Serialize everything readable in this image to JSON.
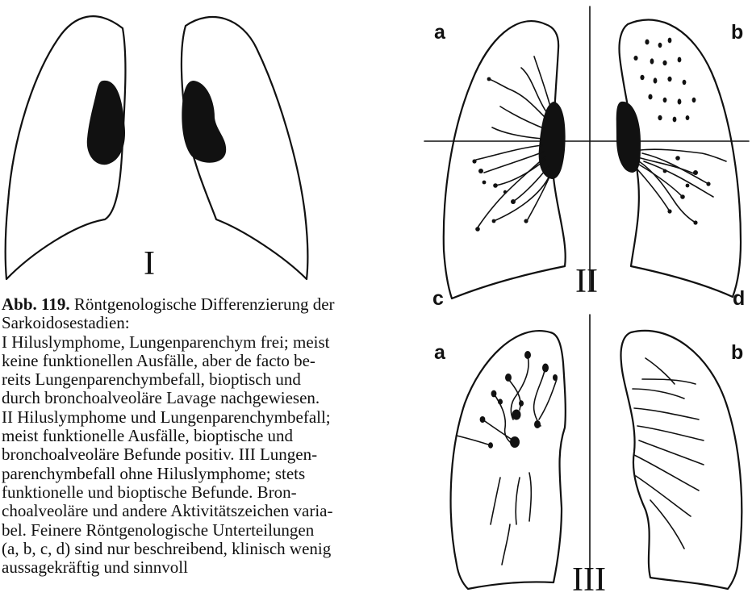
{
  "figure": {
    "stage_labels": {
      "stage_1": "I",
      "stage_2": "II",
      "stage_3": "III"
    },
    "panel_labels": {
      "a": "a",
      "b": "b",
      "c": "c",
      "d": "d"
    }
  },
  "caption": {
    "label": "Abb. 119.",
    "title": "Röntgenologische Differenzierung der Sarkoidosestadien:",
    "lines": [
      "I Hiluslymphome, Lungenparenchym frei; meist",
      "keine funktionellen Ausfälle, aber de facto be-",
      "reits Lungenparenchymbefall, bioptisch und",
      "durch bronchoalveoläre Lavage nachgewiesen.",
      "II Hiluslymphome und Lungenparenchymbefall;",
      "meist funktionelle Ausfälle, bioptische und",
      "bronchoalveoläre Befunde positiv. III Lungen-",
      "parenchymbefall ohne Hiluslymphome; stets",
      "funktionelle und bioptische Befunde. Bron-",
      "choalveoläre und andere Aktivitätszeichen varia-",
      "bel. Feinere Röntgenologische Unterteilungen",
      "(a, b, c, d) sind nur beschreibend, klinisch wenig",
      "aussagekräftig und sinnvoll"
    ]
  }
}
